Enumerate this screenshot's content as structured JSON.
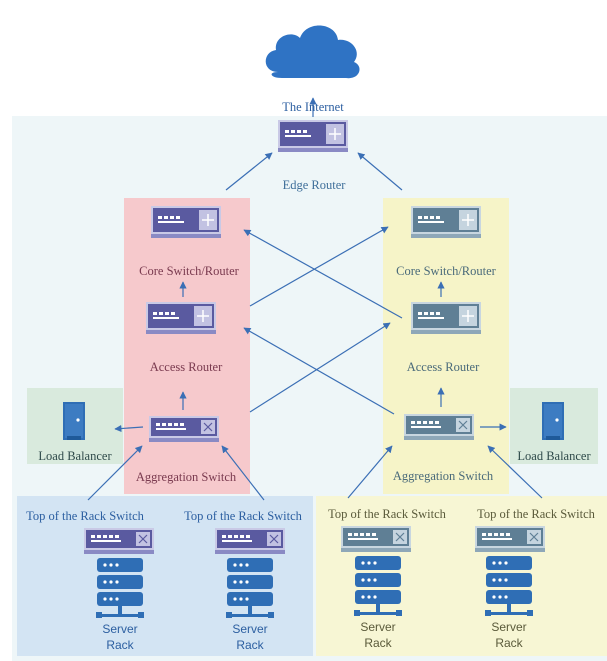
{
  "internet": {
    "label": "The Internet"
  },
  "edge_router": {
    "label": "Edge Router"
  },
  "left_stack": {
    "core_label": "Core Switch/Router",
    "access_label": "Access Router",
    "aggregation_label": "Aggregation Switch"
  },
  "right_stack": {
    "core_label": "Core Switch/Router",
    "access_label": "Access Router",
    "aggregation_label": "Aggregation Switch"
  },
  "load_balancers": {
    "left_label": "Load Balancer",
    "right_label": "Load Balancer"
  },
  "racks": [
    {
      "tor_label": "Top of the Rack Switch",
      "server_line1": "Server",
      "server_line2": "Rack"
    },
    {
      "tor_label": "Top of the Rack Switch",
      "server_line1": "Server",
      "server_line2": "Rack"
    },
    {
      "tor_label": "Top of the Rack Switch",
      "server_line1": "Server",
      "server_line2": "Rack"
    },
    {
      "tor_label": "Top of the Rack Switch",
      "server_line1": "Server",
      "server_line2": "Rack"
    }
  ],
  "colors": {
    "datacenter_bg": "#eef6f8",
    "left_stack_bg": "#f6c9cc",
    "right_stack_bg": "#f6f4c8",
    "load_balancer_bg": "#d9eadd",
    "left_rack_bg": "#d3e4f3",
    "right_rack_bg": "#f7f6d4",
    "arrow": "#3b6fb5",
    "cloud": "#2f73c4",
    "device_purple": "#5a5aa0",
    "device_slate": "#5f7f95",
    "server_blue": "#2f6eb5"
  },
  "icons": {
    "cloud": "cloud-icon",
    "router": "router-icon",
    "switch": "switch-icon",
    "load_balancer": "load-balancer-icon",
    "server": "server-rack-icon"
  }
}
